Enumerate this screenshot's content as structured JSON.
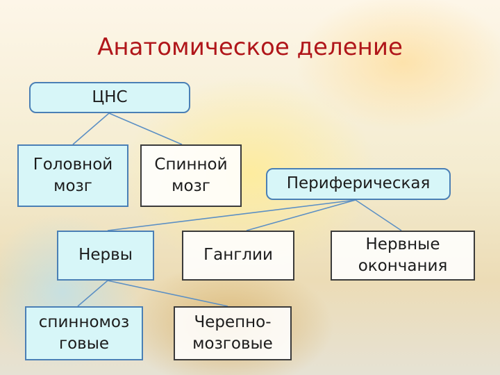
{
  "title": "Анатомическое деление",
  "nodes": {
    "cns": "ЦНС",
    "brain": "Головной\nмозг",
    "spinal_cord": "Спинной\nмозг",
    "peripheral": "Периферическая",
    "nerves": "Нервы",
    "ganglia": "Ганглии",
    "nerve_endings": "Нервные\nокончания",
    "spinal_nerves": "спинномоз\nговые",
    "cranial_nerves": "Черепно-\nмозговые"
  },
  "colors": {
    "title": "#b0161a",
    "box_fill_cyan": "#d7f6f8",
    "box_border_blue": "#4a7fb5",
    "connector": "#5b8fc4"
  }
}
